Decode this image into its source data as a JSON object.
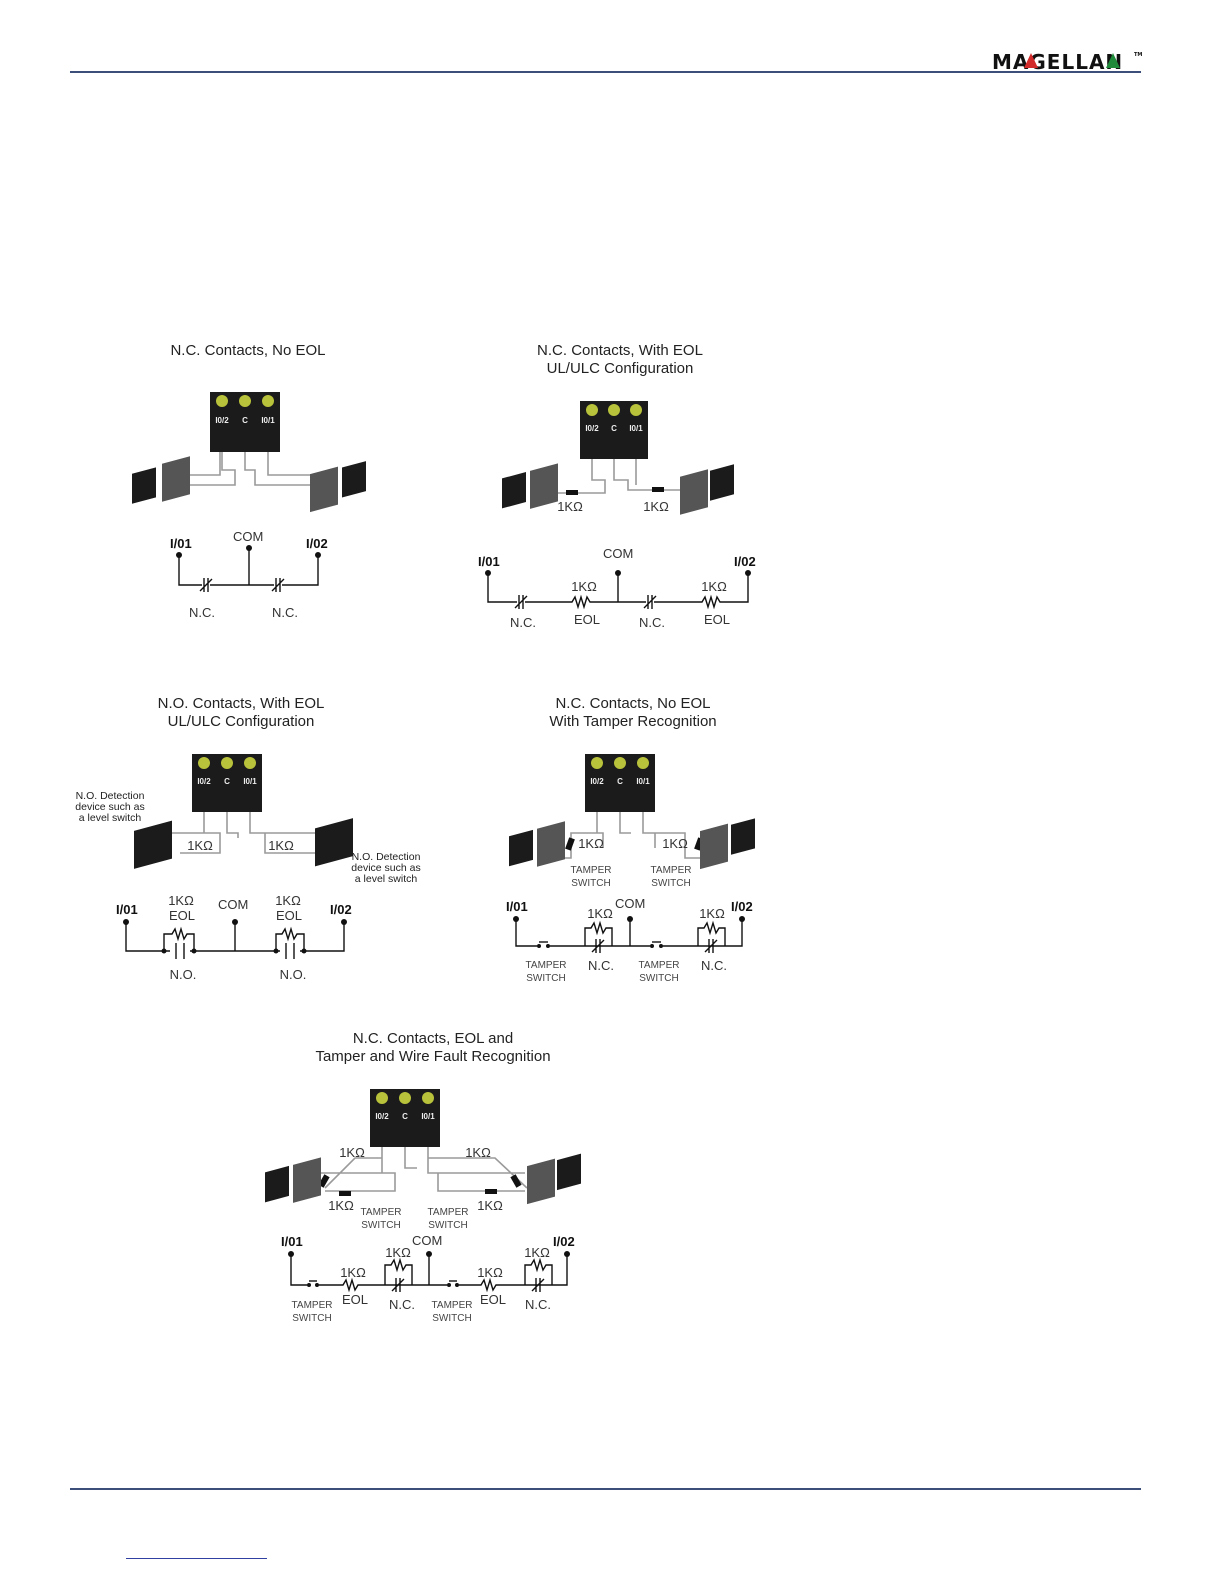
{
  "header": {
    "logo_text": "MAGELLAN",
    "logo_tm": "TM",
    "rule_color": "#3c4f7a",
    "logo_red": "#d22b2b",
    "logo_green": "#1f8a3a"
  },
  "diagrams": [
    {
      "title_lines": [
        "N.C. Contacts, No EOL"
      ],
      "terminals": [
        "I0/2",
        "C",
        "I0/1"
      ],
      "nodes": {
        "left": "I/01",
        "center": "COM",
        "right": "I/02"
      },
      "labels": [
        "N.C.",
        "N.C."
      ]
    },
    {
      "title_lines": [
        "N.C. Contacts, With EOL",
        "UL/ULC Configuration"
      ],
      "terminals": [
        "I0/2",
        "C",
        "I0/1"
      ],
      "wiring_labels": [
        "1KΩ",
        "1KΩ"
      ],
      "nodes": {
        "left": "I/01",
        "center": "COM",
        "right": "I/02"
      },
      "labels": [
        "N.C.",
        "1KΩ",
        "EOL",
        "N.C.",
        "1KΩ",
        "EOL"
      ]
    },
    {
      "title_lines": [
        "N.O. Contacts, With EOL",
        "UL/ULC Configuration"
      ],
      "terminals": [
        "I0/2",
        "C",
        "I0/1"
      ],
      "notes_left": [
        "N.O. Detection",
        "device such as",
        "a level switch"
      ],
      "notes_right": [
        "N.O. Detection",
        "device such as",
        "a level switch"
      ],
      "wiring_labels": [
        "1KΩ",
        "1KΩ"
      ],
      "nodes": {
        "left": "I/01",
        "center": "COM",
        "right": "I/02"
      },
      "labels": [
        "1KΩ",
        "EOL",
        "1KΩ",
        "EOL",
        "N.O.",
        "N.O."
      ]
    },
    {
      "title_lines": [
        "N.C. Contacts, No EOL",
        "With Tamper Recognition"
      ],
      "terminals": [
        "I0/2",
        "C",
        "I0/1"
      ],
      "wiring_labels": [
        "1KΩ",
        "1KΩ",
        "TAMPER",
        "SWITCH",
        "TAMPER",
        "SWITCH"
      ],
      "nodes": {
        "left": "I/01",
        "center": "COM",
        "right": "I/02"
      },
      "labels": [
        "TAMPER",
        "SWITCH",
        "1KΩ",
        "N.C.",
        "TAMPER",
        "SWITCH",
        "1KΩ",
        "N.C."
      ]
    },
    {
      "title_lines": [
        "N.C. Contacts, EOL and",
        "Tamper and Wire Fault Recognition"
      ],
      "terminals": [
        "I0/2",
        "C",
        "I0/1"
      ],
      "wiring_labels": [
        "1KΩ",
        "1KΩ",
        "1KΩ",
        "1KΩ",
        "TAMPER",
        "SWITCH",
        "TAMPER",
        "SWITCH"
      ],
      "nodes": {
        "left": "I/01",
        "center": "COM",
        "right": "I/02"
      },
      "labels": [
        "TAMPER",
        "SWITCH",
        "1KΩ",
        "EOL",
        "1KΩ",
        "N.C.",
        "TAMPER",
        "SWITCH",
        "1KΩ",
        "EOL",
        "1KΩ",
        "N.C."
      ]
    }
  ]
}
